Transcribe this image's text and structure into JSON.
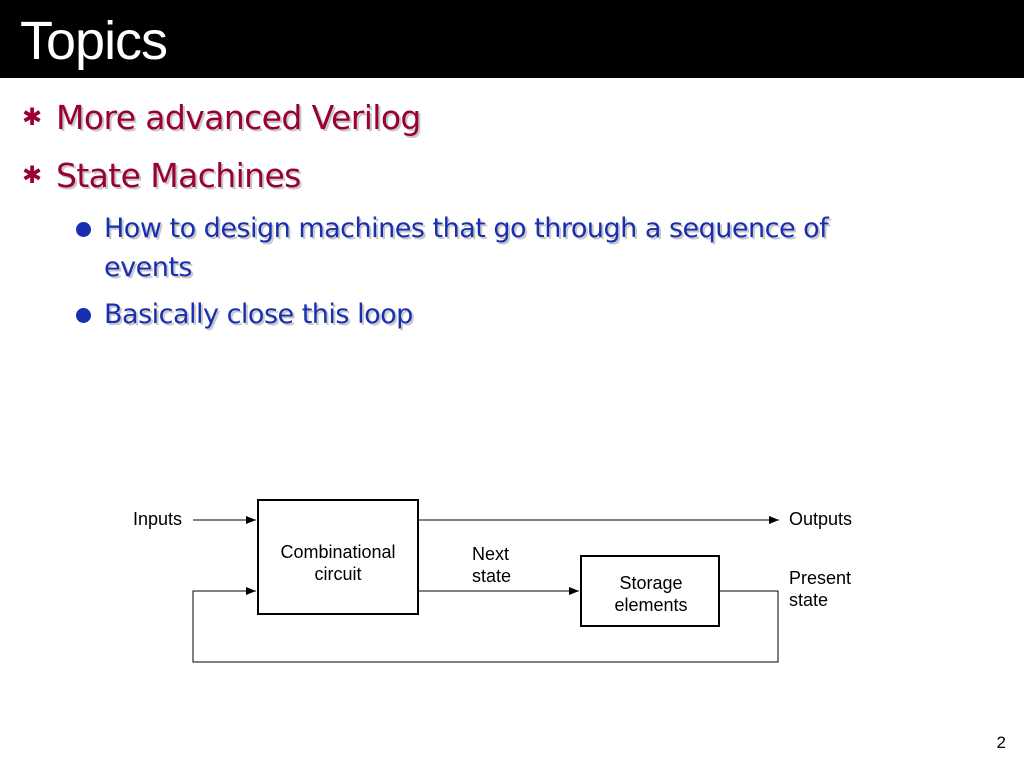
{
  "slide": {
    "title": "Topics",
    "page_number": "2"
  },
  "bullets": [
    {
      "level": 1,
      "text": "More advanced Verilog",
      "marker": "asterisk-icon"
    },
    {
      "level": 1,
      "text": "State Machines",
      "marker": "asterisk-icon"
    },
    {
      "level": 2,
      "text": "How to design machines that go through a sequence of events",
      "marker": "dot-icon"
    },
    {
      "level": 2,
      "text": "Basically close this loop",
      "marker": "dot-icon"
    }
  ],
  "diagram": {
    "inputs_label": "Inputs",
    "outputs_label": "Outputs",
    "combinational_line1": "Combinational",
    "combinational_line2": "circuit",
    "next_state_line1": "Next",
    "next_state_line2": "state",
    "storage_line1": "Storage",
    "storage_line2": "elements",
    "present_state_line1": "Present",
    "present_state_line2": "state"
  },
  "colors": {
    "title_bar": "#000000",
    "level1_text": "#990033",
    "level2_text": "#1a2fb0"
  }
}
